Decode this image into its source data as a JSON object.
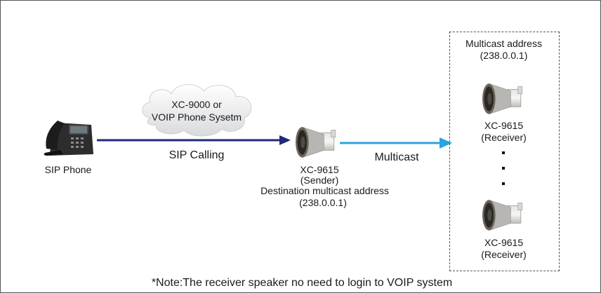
{
  "phone": {
    "label": "SIP Phone"
  },
  "cloud": {
    "line1": "XC-9000  or",
    "line2": "VOIP Phone Sysetm"
  },
  "sip_link": {
    "label": "SIP Calling",
    "color": "#1f2a7a"
  },
  "sender": {
    "model": "XC-9615",
    "role": "(Sender)",
    "dest_title": "Destination multicast address",
    "dest_value": "(238.0.0.1)"
  },
  "multicast_link": {
    "label": "Multicast",
    "color": "#2ba3e0"
  },
  "group": {
    "title": "Multicast address",
    "address": "(238.0.0.1)",
    "receiver1": {
      "model": "XC-9615",
      "role": "(Receiver)"
    },
    "receiver2": {
      "model": "XC-9615",
      "role": "(Receiver)"
    }
  },
  "note": "*Note:The receiver speaker no need to login to VOIP system",
  "icons": [
    "ip-phone-icon",
    "cloud-icon",
    "horn-speaker-icon"
  ]
}
